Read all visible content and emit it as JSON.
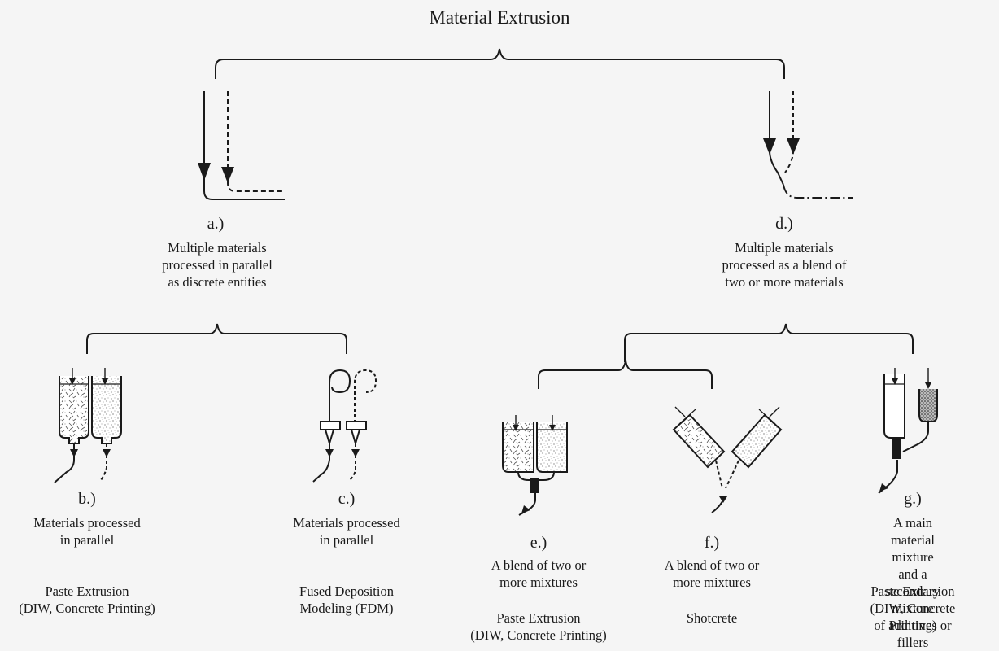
{
  "title": "Material Extrusion",
  "nodes": {
    "a": {
      "letter": "a.)",
      "desc": "Multiple materials\nprocessed in parallel\nas discrete entities"
    },
    "d": {
      "letter": "d.)",
      "desc": "Multiple materials\nprocessed as a blend of\ntwo or more materials"
    },
    "b": {
      "letter": "b.)",
      "desc": "Materials processed\nin parallel",
      "process": "Paste Extrusion\n(DIW, Concrete Printing)"
    },
    "c": {
      "letter": "c.)",
      "desc": "Materials processed\nin parallel",
      "process": "Fused Deposition\nModeling (FDM)"
    },
    "e": {
      "letter": "e.)",
      "desc": "A blend of two or\nmore mixtures",
      "process": "Paste Extrusion\n(DIW, Concrete Printing)"
    },
    "f": {
      "letter": "f.)",
      "desc": "A blend of two or\nmore mixtures",
      "process": "Shotcrete"
    },
    "g": {
      "letter": "g.)",
      "desc": "A main material mixture\nand a secondary mixture\nof additives or fillers",
      "process": "Paste Extrusion\n(DIW, Concrete Printing)"
    }
  }
}
